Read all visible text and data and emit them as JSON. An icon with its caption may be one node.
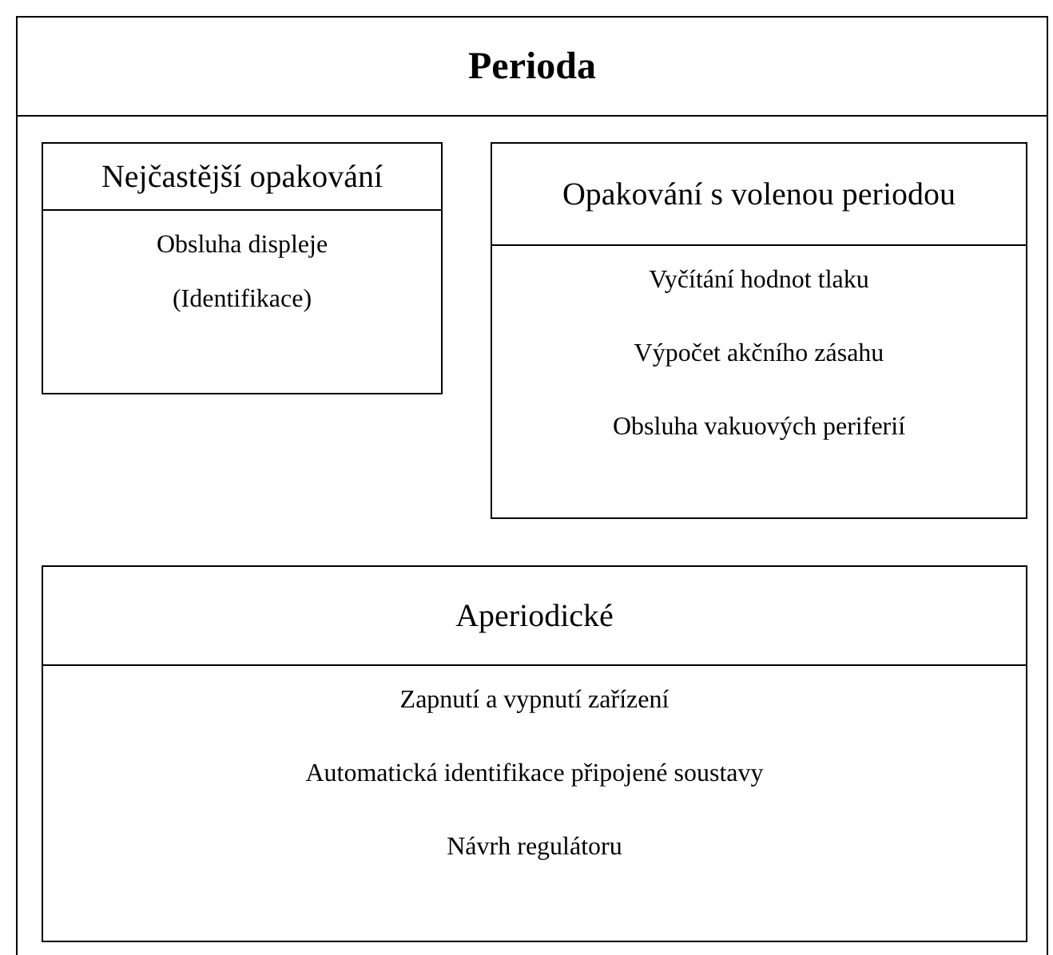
{
  "diagram": {
    "nodes": [
      {
        "text": [
          "Perioda"
        ]
      },
      {
        "text": [
          "Nejčastější opakování",
          "Obsluha displeje",
          "(Identifikace)"
        ],
        "in": 0
      },
      {
        "text": [
          "Opakování s volenou periodou",
          "Vyčítání hodnot tlaku",
          "Výpočet akčního zásahu",
          "Obsluha vakuových periferií"
        ],
        "in": 0
      },
      {
        "text": [
          "Aperiodické",
          "Zapnutí a vypnutí zařízení",
          "Automatická identifikace připojené soustavy",
          "Návrh regulátoru"
        ],
        "in": 0
      }
    ]
  }
}
